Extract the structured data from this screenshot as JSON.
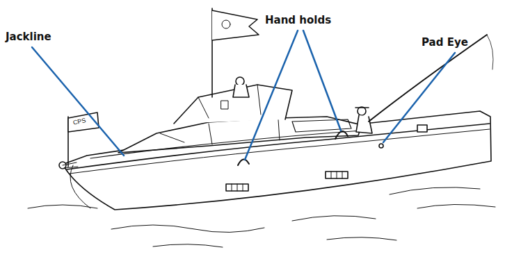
{
  "diagram": {
    "labels": [
      "Jackline",
      "Hand holds",
      "Pad Eye",
      "CPS"
    ]
  }
}
